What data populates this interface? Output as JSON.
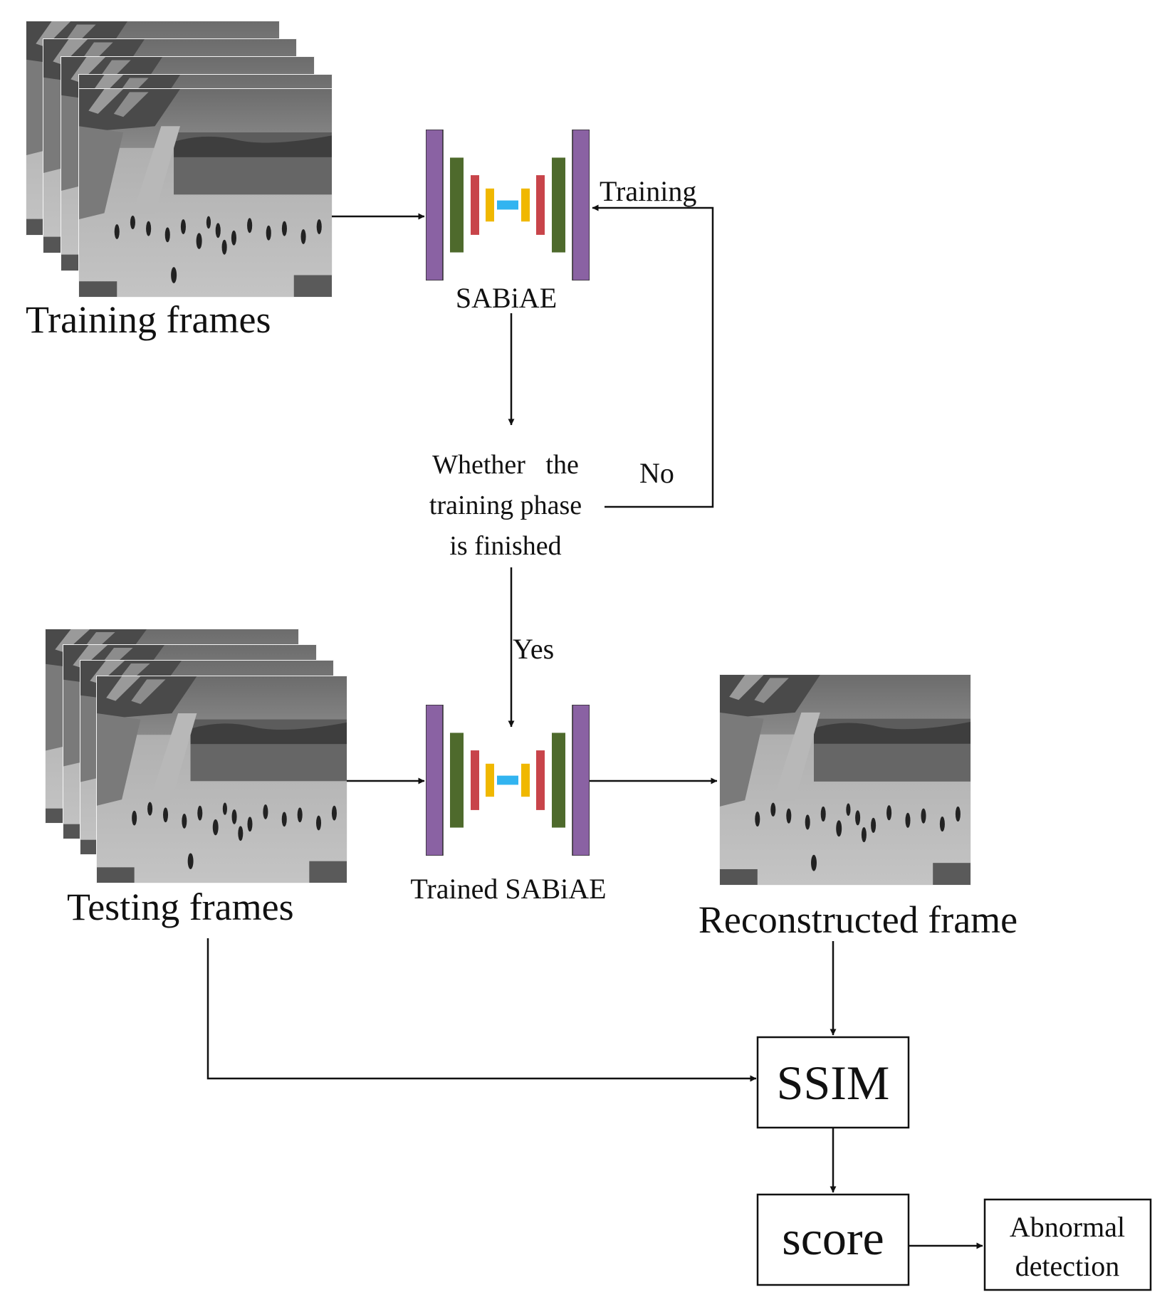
{
  "labels": {
    "training_frames": "Training frames",
    "testing_frames": "Testing frames",
    "reconstructed_frame": "Reconstructed frame",
    "sabiae": "SABiAE",
    "trained_sabiae": "Trained SABiAE",
    "training_loop": "Training",
    "decision_line1": "Whether   the",
    "decision_line2": "training phase",
    "decision_line3": "is finished",
    "no": "No",
    "yes": "Yes",
    "ssim": "SSIM",
    "score": "score",
    "abnormal_line1": "Abnormal",
    "abnormal_line2": "detection"
  },
  "colors": {
    "outer_layer": "#8a62a3",
    "second_layer": "#4e6a2c",
    "third_layer": "#c8444a",
    "fourth_layer": "#f0b800",
    "bottleneck": "#32b4f0",
    "line": "#111111"
  },
  "icons": {
    "frame_stack": "video-frame-stack-icon",
    "autoencoder": "autoencoder-icon",
    "arrow": "arrow-icon"
  }
}
